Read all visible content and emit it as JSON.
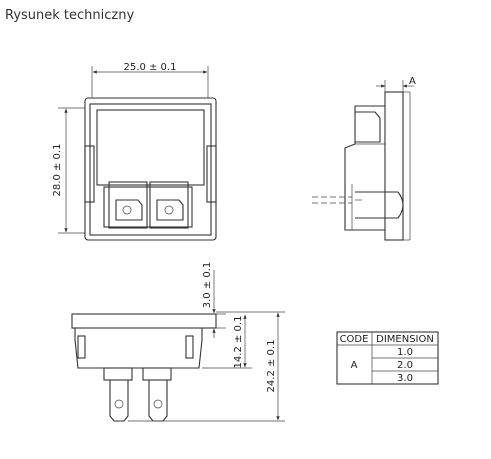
{
  "header": {
    "title": "Rysunek techniczny"
  },
  "front_view": {
    "width_dim": "25.0 ± 0.1",
    "height_dim": "28.0 ± 0.1"
  },
  "side_view": {
    "callout": "A"
  },
  "bottom_view": {
    "top_dim": "3.0 ± 0.1",
    "mid_dim": "14.2 ± 0.1",
    "total_dim": "24.2 ± 0.1"
  },
  "dimension_table": {
    "headers": [
      "CODE",
      "DIMENSION"
    ],
    "code": "A",
    "values": [
      "1.0",
      "2.0",
      "3.0"
    ]
  }
}
